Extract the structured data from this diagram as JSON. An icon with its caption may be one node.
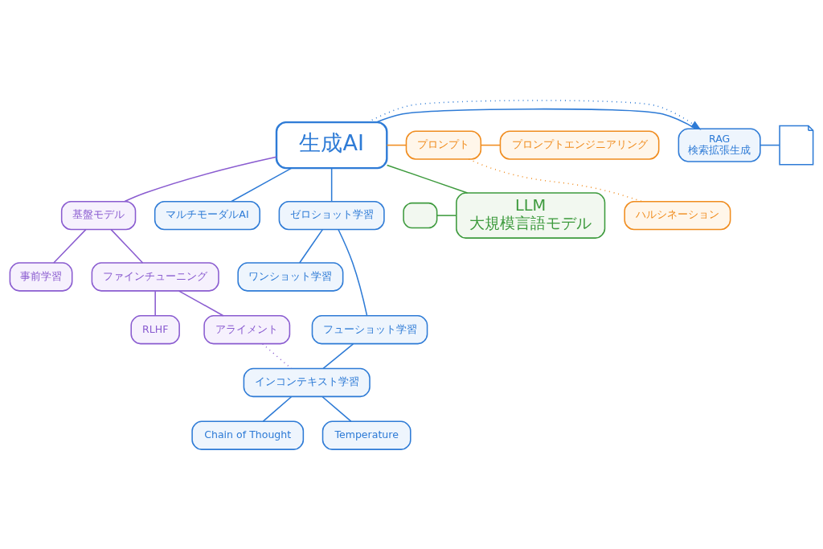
{
  "diagram": {
    "nodes": [
      {
        "text": [
          "生成AI"
        ]
      },
      {
        "text": [
          "LLM",
          "大規模言語モデル"
        ]
      },
      {
        "text": [],
        "shape": "box"
      },
      {
        "text": [
          "RAG",
          "検索拡張生成"
        ]
      },
      {
        "text": [],
        "shape": "document"
      },
      {
        "text": [
          "プロンプト"
        ]
      },
      {
        "text": [
          "プロンプトエンジニアリング"
        ]
      },
      {
        "text": [
          "ハルシネーション"
        ]
      },
      {
        "text": [
          "基盤モデル"
        ]
      },
      {
        "text": [
          "事前学習"
        ]
      },
      {
        "text": [
          "ファインチューニング"
        ]
      },
      {
        "text": [
          "RLHF"
        ]
      },
      {
        "text": [
          "アライメント"
        ]
      },
      {
        "text": [
          "マルチモーダルAI"
        ]
      },
      {
        "text": [
          "ゼロショット学習"
        ]
      },
      {
        "text": [
          "ワンショット学習"
        ]
      },
      {
        "text": [
          "フューショット学習"
        ]
      },
      {
        "text": [
          "インコンテキスト学習"
        ]
      },
      {
        "text": [
          "Chain of Thought"
        ]
      },
      {
        "text": [
          "Temperature"
        ]
      }
    ],
    "edges": [
      {
        "from": 0,
        "to": 1,
        "arrow": "none",
        "color": "#3d9a3d"
      },
      {
        "from": 2,
        "to": 1,
        "arrow": "none",
        "color": "#3d9a3d"
      },
      {
        "from": 4,
        "to": 3,
        "arrow": "none"
      },
      {
        "from": 3,
        "to": 0,
        "arrow": "none"
      },
      {
        "from": 0,
        "to": 3,
        "arrow": "to",
        "style": "dashed"
      },
      {
        "from": 0,
        "to": 5,
        "arrow": "none",
        "color": "#f08c1e"
      },
      {
        "from": 5,
        "to": 6,
        "arrow": "none",
        "color": "#f08c1e"
      },
      {
        "from": 5,
        "to": 7,
        "arrow": "none",
        "style": "dashed",
        "color": "#f08c1e"
      },
      {
        "from": 0,
        "to": 8,
        "arrow": "none",
        "color": "#8a5cd0"
      },
      {
        "from": 8,
        "to": 9,
        "arrow": "none",
        "color": "#8a5cd0"
      },
      {
        "from": 8,
        "to": 10,
        "arrow": "none",
        "color": "#8a5cd0"
      },
      {
        "from": 10,
        "to": 11,
        "arrow": "none",
        "color": "#8a5cd0"
      },
      {
        "from": 10,
        "to": 12,
        "arrow": "none",
        "color": "#8a5cd0"
      },
      {
        "from": 0,
        "to": 13,
        "arrow": "none"
      },
      {
        "from": 0,
        "to": 14,
        "arrow": "none"
      },
      {
        "from": 14,
        "to": 15,
        "arrow": "none"
      },
      {
        "from": 14,
        "to": 16,
        "arrow": "none"
      },
      {
        "from": 16,
        "to": 17,
        "arrow": "none"
      },
      {
        "from": 12,
        "to": 17,
        "arrow": "none",
        "style": "dashed",
        "color": "#8a5cd0"
      },
      {
        "from": 17,
        "to": 18,
        "arrow": "none"
      },
      {
        "from": 17,
        "to": 19,
        "arrow": "none"
      }
    ]
  }
}
